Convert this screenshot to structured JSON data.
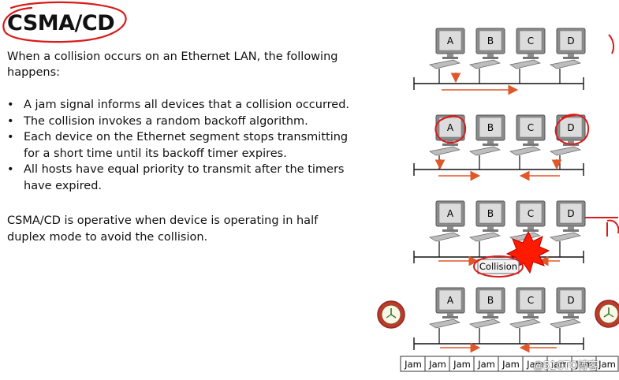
{
  "slide": {
    "title": "CSMA/CD",
    "intro": "When a collision occurs on an Ethernet LAN, the following happens:",
    "bullets": [
      "A jam signal informs all devices that a collision occurred.",
      "The collision invokes a random backoff algorithm.",
      "Each device on the Ethernet segment stops transmitting for a short time until its backoff timer expires.",
      "All hosts have equal priority to transmit after the timers have expired."
    ],
    "footer": "CSMA/CD is operative when device is operating in half duplex mode to avoid the collision."
  },
  "diagram": {
    "hosts": [
      "A",
      "B",
      "C",
      "D"
    ],
    "collision_label": "Collision",
    "jam_labels": [
      "Jam",
      "Jam",
      "Jam",
      "Jam",
      "Jam",
      "Jam",
      "Jam",
      "Jam",
      "Jam"
    ],
    "colors": {
      "arrow": "#e0572a",
      "annotation": "#d81c1c",
      "burst": "#ff1a00",
      "monitor_frame": "#7f7f7f",
      "monitor_screen": "#d9d9d9"
    }
  },
  "watermark": "@51CTO博客"
}
